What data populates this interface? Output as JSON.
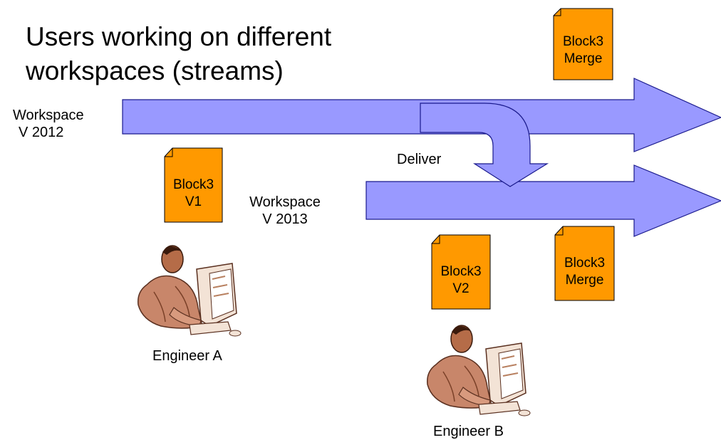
{
  "title": {
    "line1": "Users working on different",
    "line2": "workspaces (streams)"
  },
  "streams": [
    {
      "line1": "Workspace",
      "line2": "V 2012"
    },
    {
      "line1": "Workspace",
      "line2": "V 2013"
    }
  ],
  "deliver_label": "Deliver",
  "documents": [
    {
      "line1": "Block3",
      "line2": "Merge"
    },
    {
      "line1": "Block3",
      "line2": "V1"
    },
    {
      "line1": "Block3",
      "line2": "V2"
    },
    {
      "line1": "Block3",
      "line2": "Merge"
    }
  ],
  "engineers": [
    {
      "label": "Engineer A"
    },
    {
      "label": "Engineer B"
    }
  ],
  "colors": {
    "arrow_fill": "#9999ff",
    "arrow_stroke": "#1a1a8c",
    "document_fill": "#ff9900",
    "document_stroke": "#000000"
  }
}
